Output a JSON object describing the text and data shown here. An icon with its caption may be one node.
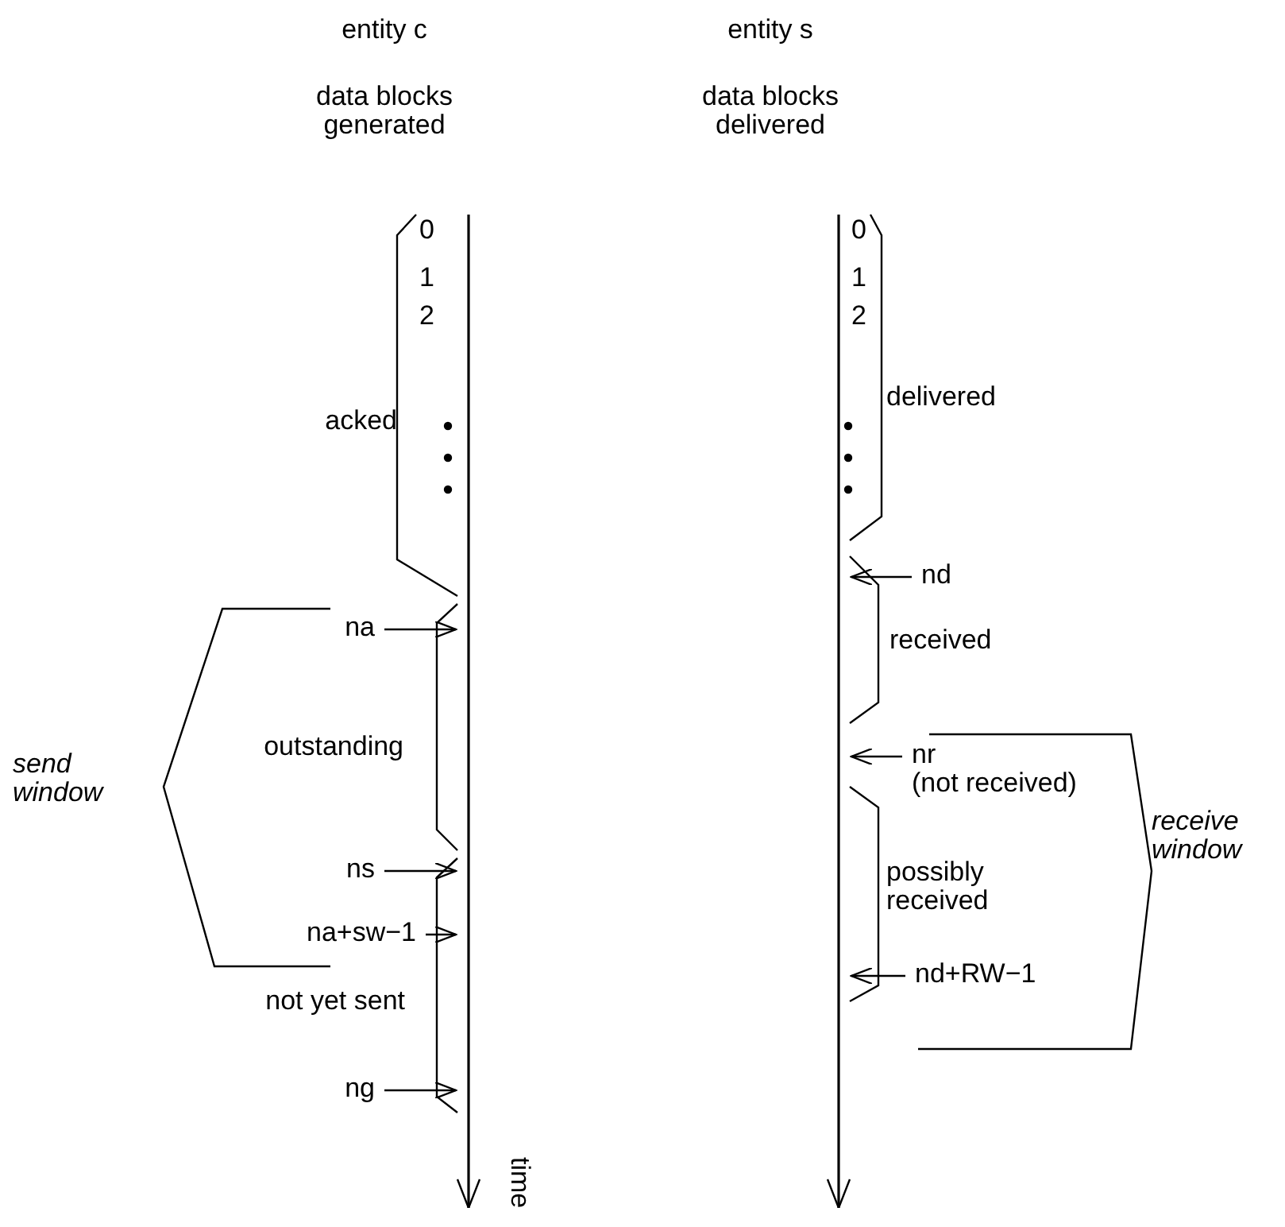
{
  "diagram": {
    "nodes": [
      {
        "text": [],
        "shape": "bar"
      },
      {
        "text": [
          "na"
        ]
      },
      {
        "text": [
          "ns"
        ]
      },
      {
        "text": [
          "na+sw−1"
        ]
      },
      {
        "text": [
          "ng"
        ]
      },
      {
        "text": [],
        "shape": "bar"
      },
      {
        "text": [
          "nd"
        ]
      },
      {
        "text": [
          "nr",
          "(not received)"
        ]
      },
      {
        "text": [
          "nd+RW−1"
        ]
      }
    ],
    "edges": [
      {
        "from": 1,
        "to": 0,
        "arrow": "to"
      },
      {
        "from": 2,
        "to": 0,
        "arrow": "to"
      },
      {
        "from": 3,
        "to": 0,
        "arrow": "to"
      },
      {
        "from": 4,
        "to": 0,
        "arrow": "to"
      },
      {
        "from": 6,
        "to": 5,
        "arrow": "to"
      },
      {
        "from": 7,
        "to": 5,
        "arrow": "to"
      },
      {
        "from": 8,
        "to": 5,
        "arrow": "to"
      }
    ],
    "labels": [
      "entity c",
      "entity s",
      "data blocks generated",
      "data blocks delivered",
      "0",
      "0",
      "1",
      "1",
      "2",
      "2",
      "acked",
      "delivered",
      "received",
      "outstanding",
      "send window",
      "receive window",
      "possibly received",
      "not yet sent",
      "time"
    ]
  }
}
